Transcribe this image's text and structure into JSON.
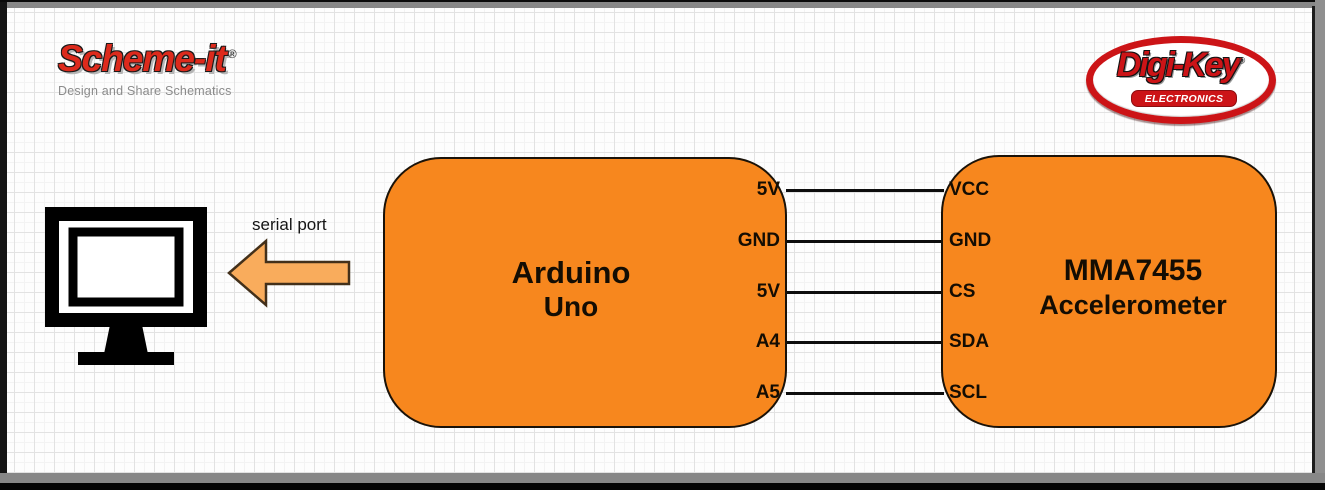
{
  "branding": {
    "scheme_it": {
      "name": "Scheme-it",
      "registered": "®",
      "tagline": "Design and Share Schematics",
      "brand_red": "#dd2a1c",
      "tagline_gray": "#8b8b8b"
    },
    "digi_key": {
      "name": "Digi-Key",
      "registered": "®",
      "subtitle": "ELECTRONICS",
      "brand_red": "#cc1417"
    }
  },
  "diagram": {
    "serial_port_label": "serial port",
    "accent_orange": "#f7871e",
    "arrow_orange": "#f9ac5c",
    "wire_color": "#0d0d0d",
    "monitor_icon": "computer-monitor",
    "blocks": [
      {
        "id": "arduino",
        "title": "Arduino",
        "subtitle": "Uno",
        "pins": [
          "5V",
          "GND",
          "5V",
          "A4",
          "A5"
        ]
      },
      {
        "id": "mma7455",
        "title": "MMA7455",
        "subtitle": "Accelerometer",
        "pins": [
          "VCC",
          "GND",
          "CS",
          "SDA",
          "SCL"
        ]
      }
    ],
    "wires": [
      {
        "from": "5V",
        "to": "VCC"
      },
      {
        "from": "GND",
        "to": "GND"
      },
      {
        "from": "5V",
        "to": "CS"
      },
      {
        "from": "A4",
        "to": "SDA"
      },
      {
        "from": "A5",
        "to": "SCL"
      }
    ]
  }
}
